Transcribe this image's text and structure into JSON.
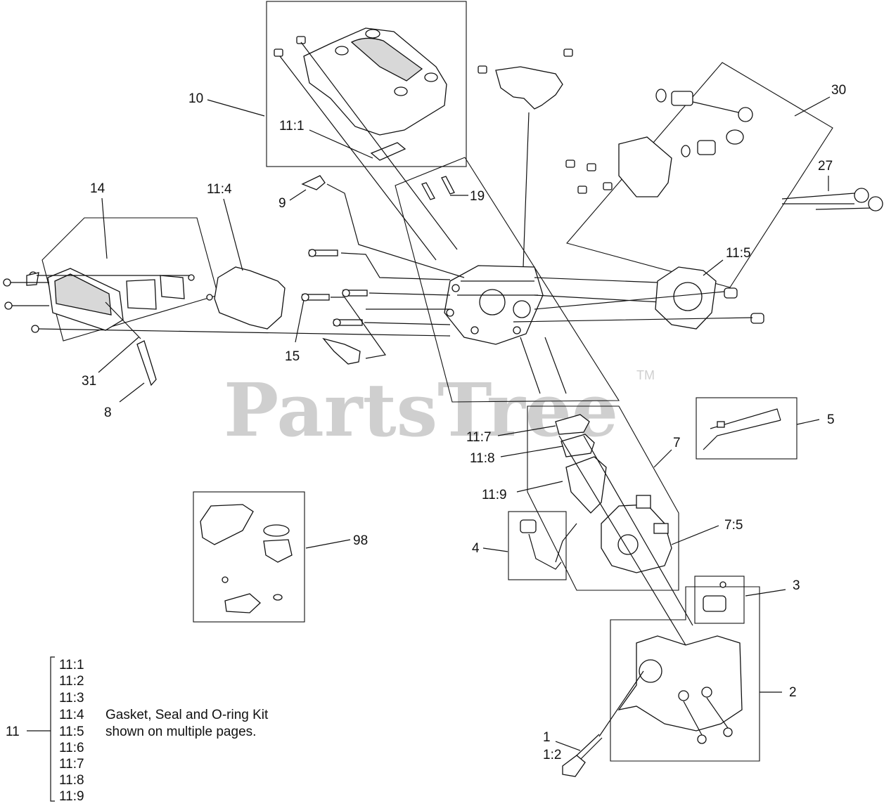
{
  "watermark": {
    "text": "PartsTree",
    "tm": "TM"
  },
  "callouts": {
    "c10": "10",
    "c11_1": "11:1",
    "c19": "19",
    "c30": "30",
    "c27": "27",
    "c14": "14",
    "c11_4": "11:4",
    "c9": "9",
    "c11_5": "11:5",
    "c15": "15",
    "c31": "31",
    "c8": "8",
    "c5": "5",
    "c11_7": "11:7",
    "c7": "7",
    "c11_8": "11:8",
    "c11_9": "11:9",
    "c7_5": "7:5",
    "c98": "98",
    "c4": "4",
    "c3": "3",
    "c2": "2",
    "c1": "1",
    "c1_2": "1:2"
  },
  "kit_legend": {
    "group_label": "11",
    "items": [
      "11:1",
      "11:2",
      "11:3",
      "11:4",
      "11:5",
      "11:6",
      "11:7",
      "11:8",
      "11:9"
    ],
    "note_line1": "Gasket, Seal and O-ring Kit",
    "note_line2": "shown on multiple pages."
  }
}
